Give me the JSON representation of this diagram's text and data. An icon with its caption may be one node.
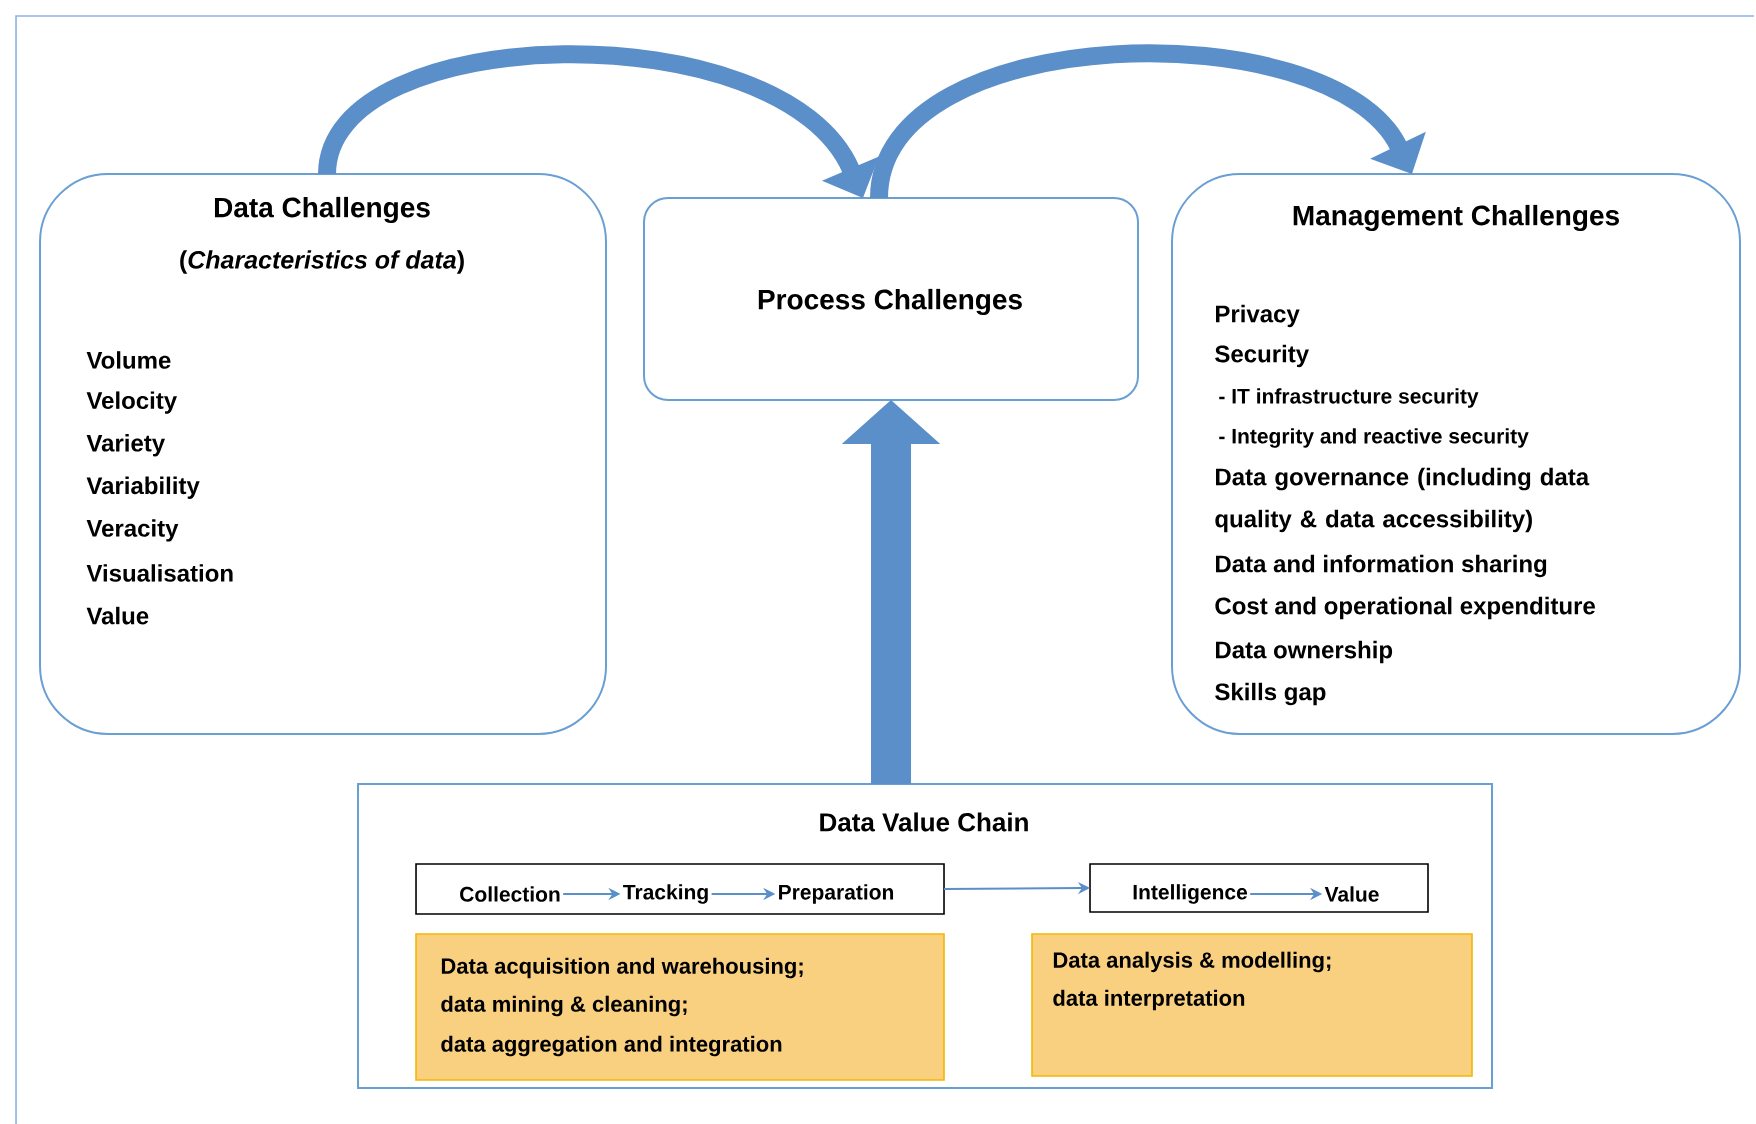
{
  "diagram": {
    "nodes": [
      {
        "text": [
          "Data Challenges",
          "(*Characteristics of data*)",
          "Volume",
          "Velocity",
          "Variety",
          "Variability",
          "Veracity",
          "Visualisation",
          "Value"
        ]
      },
      {
        "text": [
          "Process Challenges"
        ]
      },
      {
        "text": [
          "Management Challenges",
          "Privacy",
          "Security",
          "- IT infrastructure security",
          "- Integrity and reactive security",
          "Data governance (including data quality & data accessibility)",
          "Data and information sharing",
          "Cost and operational expenditure",
          "Data ownership",
          "Skills gap"
        ]
      },
      {
        "text": [
          "Data Value Chain"
        ]
      },
      {
        "text": [],
        "shape": "box",
        "in": 3
      },
      {
        "text": [
          "Collection"
        ],
        "in": 4
      },
      {
        "text": [
          "Tracking"
        ],
        "in": 4
      },
      {
        "text": [
          "Preparation"
        ],
        "in": 4
      },
      {
        "text": [],
        "shape": "box",
        "in": 3
      },
      {
        "text": [
          "Intelligence"
        ],
        "in": 8
      },
      {
        "text": [
          "Value"
        ],
        "in": 8
      },
      {
        "text": [
          "Data acquisition and warehousing;",
          "data mining & cleaning;",
          "data aggregation and integration"
        ],
        "in": 3
      },
      {
        "text": [
          "Data analysis & modelling;",
          "data interpretation"
        ],
        "in": 3
      }
    ],
    "edges": [
      {
        "from": 0,
        "to": 1,
        "arrow": "to",
        "style": "thick"
      },
      {
        "from": 1,
        "to": 2,
        "arrow": "to",
        "style": "thick"
      },
      {
        "from": 3,
        "to": 1,
        "arrow": "to",
        "style": "thick"
      },
      {
        "from": 5,
        "to": 6,
        "arrow": "to"
      },
      {
        "from": 6,
        "to": 7,
        "arrow": "to"
      },
      {
        "from": 4,
        "to": 8,
        "arrow": "to"
      },
      {
        "from": 9,
        "to": 10,
        "arrow": "to"
      }
    ]
  }
}
